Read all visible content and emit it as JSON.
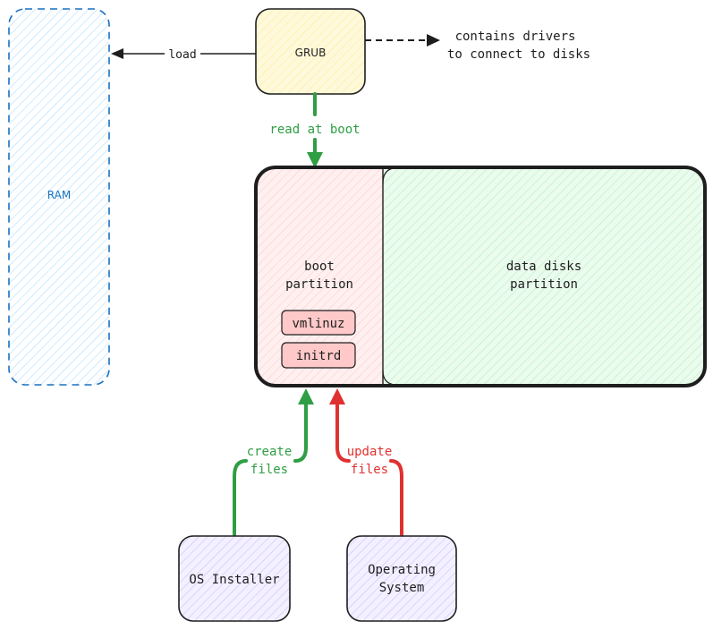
{
  "nodes": {
    "ram": {
      "label": "RAM"
    },
    "grub": {
      "label": "GRUB"
    },
    "grub_note": {
      "line1": "contains drivers",
      "line2": "to connect to disks"
    },
    "boot_partition": {
      "line1": "boot",
      "line2": "partition"
    },
    "vmlinuz": {
      "label": "vmlinuz"
    },
    "initrd": {
      "label": "initrd"
    },
    "data_partition": {
      "line1": "data disks",
      "line2": "partition"
    },
    "os_installer": {
      "label": "OS Installer"
    },
    "operating_system": {
      "line1": "Operating",
      "line2": "System"
    }
  },
  "edges": {
    "load": {
      "label": "load"
    },
    "read_at_boot": {
      "label": "read at boot"
    },
    "create_files": {
      "line1": "create",
      "line2": "files"
    },
    "update_files": {
      "line1": "update",
      "line2": "files"
    }
  },
  "colors": {
    "ram_stroke": "#1971c2",
    "ram_text": "#1971c2",
    "ram_hatch": "#a5d8ff",
    "grub_fill": "#fff9db",
    "grub_hatch": "#ffec99",
    "boot_fill": "#fff0f0",
    "boot_hatch": "#ffc9c9",
    "file_fill": "#ffc9c9",
    "file_stroke": "#c92a2a",
    "data_fill": "#ebfbee",
    "data_hatch": "#b2f2bb",
    "actor_fill": "#f3f0ff",
    "actor_hatch": "#d0bfff",
    "green": "#2f9e44",
    "red": "#e03131",
    "ink": "#1e1e1e"
  }
}
